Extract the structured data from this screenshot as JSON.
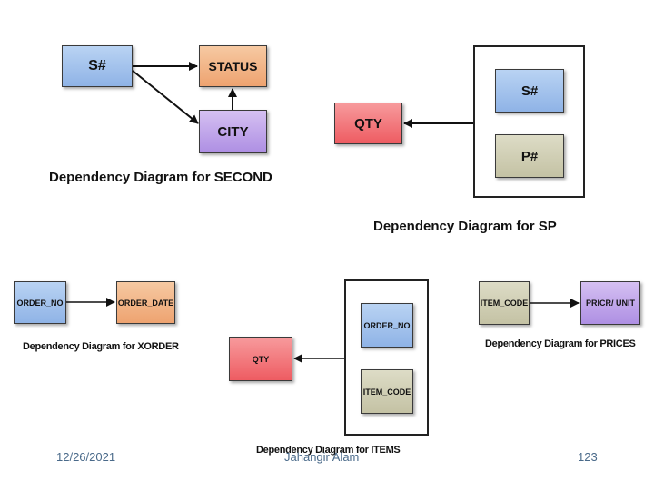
{
  "second": {
    "s": "S#",
    "status": "STATUS",
    "city": "CITY",
    "caption": "Dependency Diagram for SECOND"
  },
  "sp": {
    "qty": "QTY",
    "s": "S#",
    "p": "P#",
    "caption": "Dependency Diagram for SP"
  },
  "xorder": {
    "order_no": "ORDER_NO",
    "order_date": "ORDER_DATE",
    "caption": "Dependency Diagram for XORDER"
  },
  "items": {
    "qty": "QTY",
    "order_no": "ORDER_NO",
    "item_code": "ITEM_CODE",
    "caption": "Dependency Diagram for ITEMS"
  },
  "prices": {
    "item_code": "ITEM_CODE",
    "price_unit": "PRICR/ UNIT",
    "caption": "Dependency Diagram for PRICES"
  },
  "footer": {
    "date": "12/26/2021",
    "author": "Jahangir Alam",
    "page": "123"
  },
  "colors": {
    "blue": "#9dbdea",
    "orange": "#f0ad7c",
    "purple": "#b99ce6",
    "red": "#f0666c",
    "khaki": "#cac8ab"
  }
}
